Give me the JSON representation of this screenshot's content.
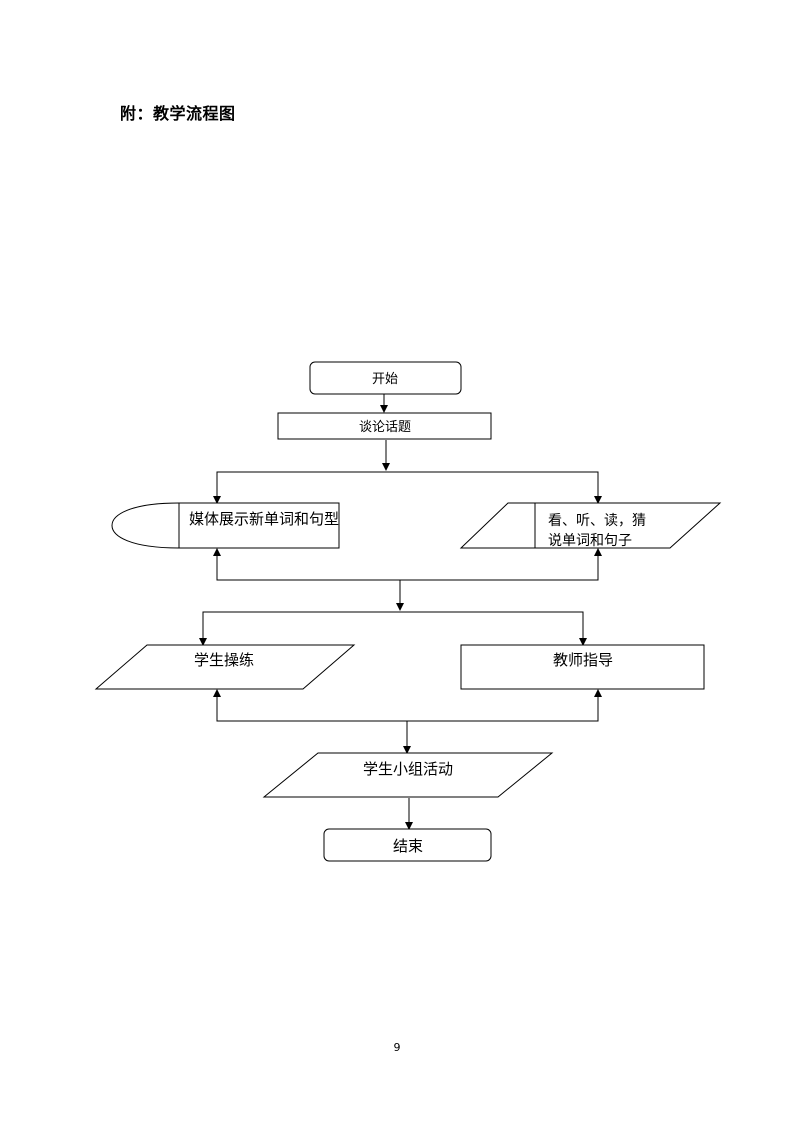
{
  "document": {
    "heading": "附：教学流程图",
    "page_number": "9"
  },
  "flowchart": {
    "start": "开始",
    "discuss": "谈论话题",
    "media": "媒体展示新单词和句型",
    "look_line1": "看、听、读，猜",
    "look_line2": "说单词和句子",
    "practice": "学生操练",
    "guide": "教师指导",
    "group": "学生小组活动",
    "end": "结束"
  }
}
